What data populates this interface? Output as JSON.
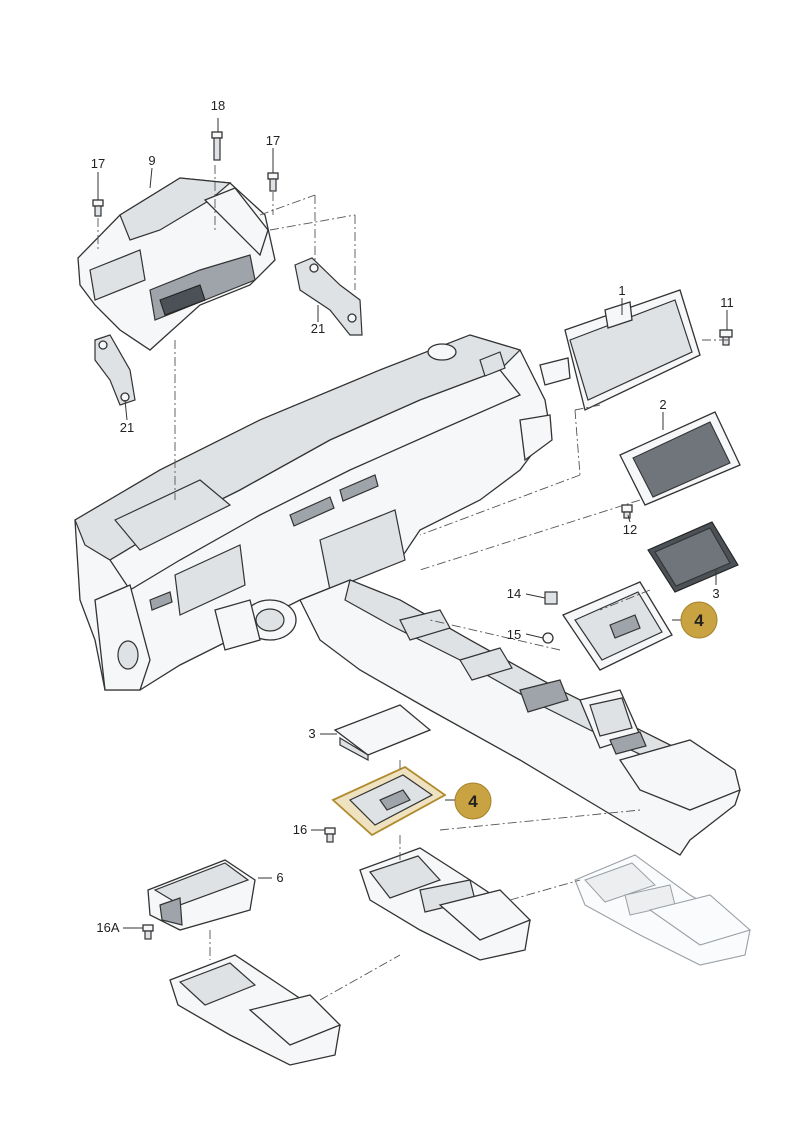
{
  "callouts": {
    "c1": "1",
    "c2": "2",
    "c3a": "3",
    "c3b": "3",
    "c4a": "4",
    "c4b": "4",
    "c6": "6",
    "c9": "9",
    "c11": "11",
    "c12": "12",
    "c14": "14",
    "c15": "15",
    "c16": "16",
    "c16a": "16A",
    "c17a": "17",
    "c17b": "17",
    "c18": "18",
    "c21a": "21",
    "c21b": "21"
  },
  "colors": {
    "highlight_badge": "#c9a241",
    "highlight_part": "#efe2c0",
    "outline": "#333333",
    "ghost_outline": "#9aa0a6"
  }
}
